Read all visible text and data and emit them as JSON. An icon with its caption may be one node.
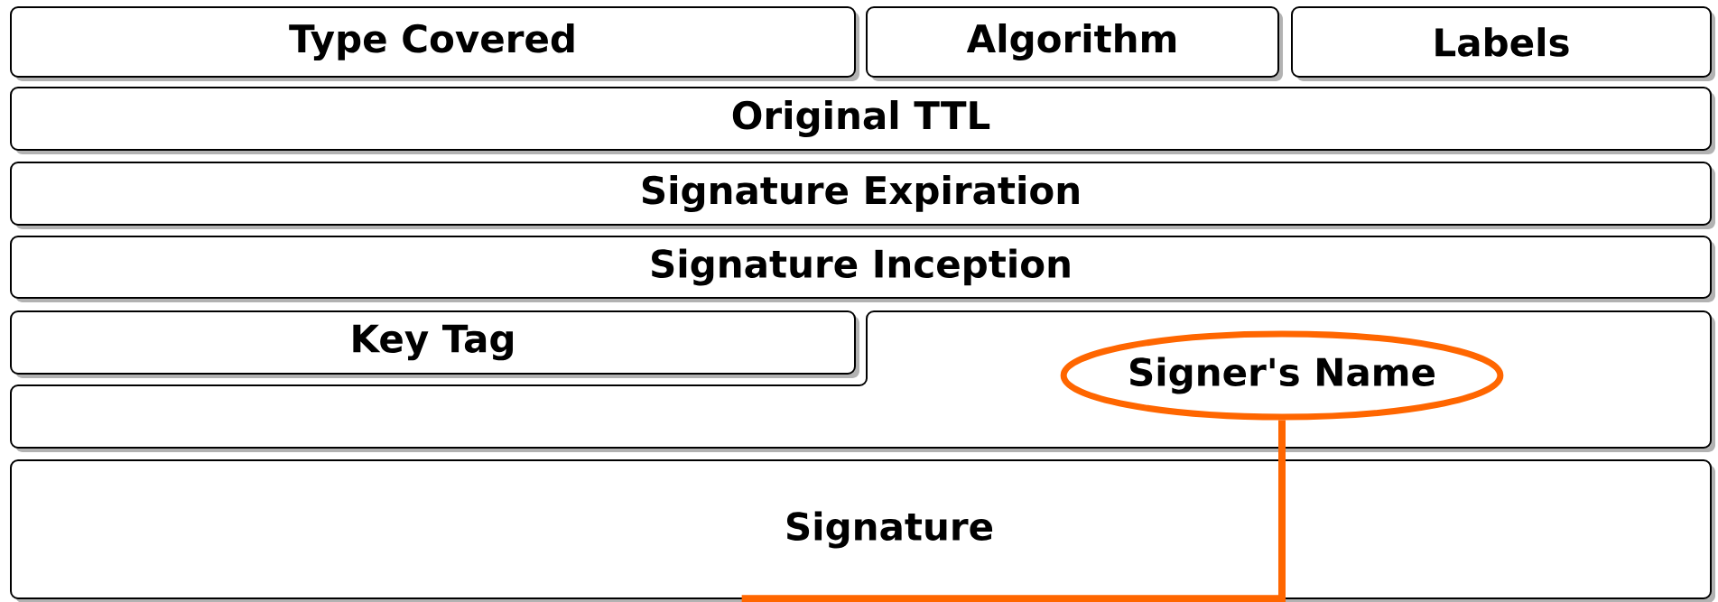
{
  "diagram": {
    "nodes": [
      {
        "text": [
          "Type Covered"
        ]
      },
      {
        "text": [
          "Algorithm"
        ]
      },
      {
        "text": [
          "Labels"
        ]
      },
      {
        "text": [
          "Original TTL"
        ]
      },
      {
        "text": [
          "Signature Expiration"
        ]
      },
      {
        "text": [
          "Signature Inception"
        ]
      },
      {
        "text": [
          "Key Tag"
        ]
      },
      {
        "text": [],
        "shape": "box"
      },
      {
        "text": [
          "Signer's Name"
        ],
        "in": 7
      },
      {
        "text": [
          "Signature"
        ]
      }
    ],
    "edges": [
      {
        "from": 8,
        "to": 9,
        "arrow": "none",
        "color": "#ff6600"
      }
    ]
  }
}
